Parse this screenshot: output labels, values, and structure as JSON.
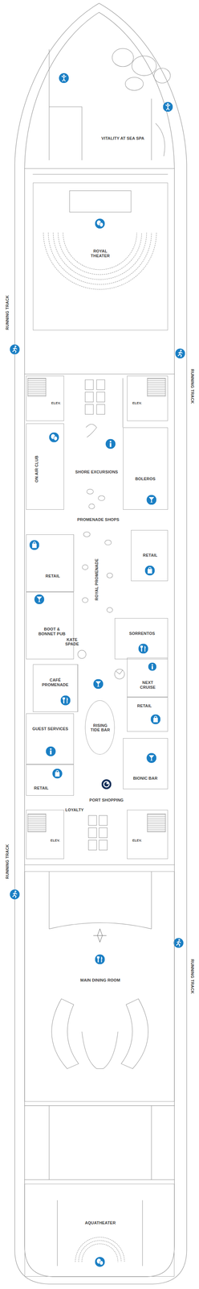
{
  "diagram": {
    "nodes": [
      {
        "text": [
          "ROYAL THEATER"
        ]
      },
      {
        "text": [
          "ELEV."
        ]
      },
      {
        "text": [
          "ELEV."
        ]
      },
      {
        "text": [
          "ON AIR CLUB"
        ]
      },
      {
        "text": [
          "BOLEROS"
        ]
      },
      {
        "text": [
          "RETAIL"
        ]
      },
      {
        "text": [
          "RETAIL"
        ]
      },
      {
        "text": [
          "BOOT & BONNET PUB"
        ]
      },
      {
        "text": [
          "SORRENTOS"
        ]
      },
      {
        "text": [
          "CAFÉ PROMENADE"
        ]
      },
      {
        "text": [
          "NEXT CRUISE"
        ]
      },
      {
        "text": [
          "RISING TIDE BAR"
        ]
      },
      {
        "text": [
          "RETAIL"
        ]
      },
      {
        "text": [
          "GUEST SERVICES"
        ]
      },
      {
        "text": [
          "BIONIC BAR"
        ]
      },
      {
        "text": [
          "RETAIL"
        ]
      },
      {
        "text": [
          "ELEV."
        ]
      },
      {
        "text": [
          "ELEV."
        ]
      },
      {
        "text": [
          "MAIN DINING ROOM"
        ]
      },
      {
        "text": [
          "AQUATHEATER"
        ]
      }
    ],
    "labels": [
      "VITALITY AT SEA SPA",
      "RUNNING TRACK",
      "RUNNING TRACK",
      "SHORE EXCURSIONS",
      "PROMENADE SHOPS",
      "ROYAL PROMENADE",
      "KATE SPADE",
      "PORT SHOPPING",
      "LOYALTY",
      "RUNNING TRACK",
      "RUNNING TRACK"
    ]
  }
}
